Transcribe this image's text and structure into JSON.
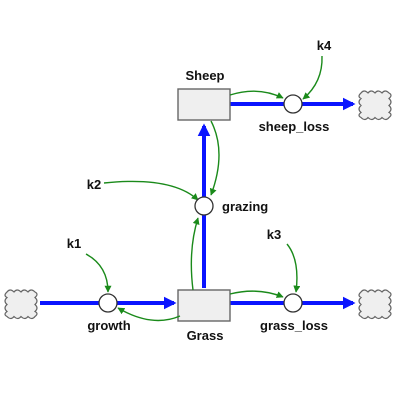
{
  "colors": {
    "flow": "#0a14ff",
    "link": "#1a8a1a",
    "stock_fill": "#efefef",
    "stock_stroke": "#666666",
    "valve_fill": "#ffffff",
    "cloud_fill": "#efefef"
  },
  "stocks": {
    "sheep": "Sheep",
    "grass": "Grass"
  },
  "flows": {
    "grazing": "grazing",
    "growth": "growth",
    "sheep_loss": "sheep_loss",
    "grass_loss": "grass_loss"
  },
  "constants": {
    "k1": "k1",
    "k2": "k2",
    "k3": "k3",
    "k4": "k4"
  }
}
